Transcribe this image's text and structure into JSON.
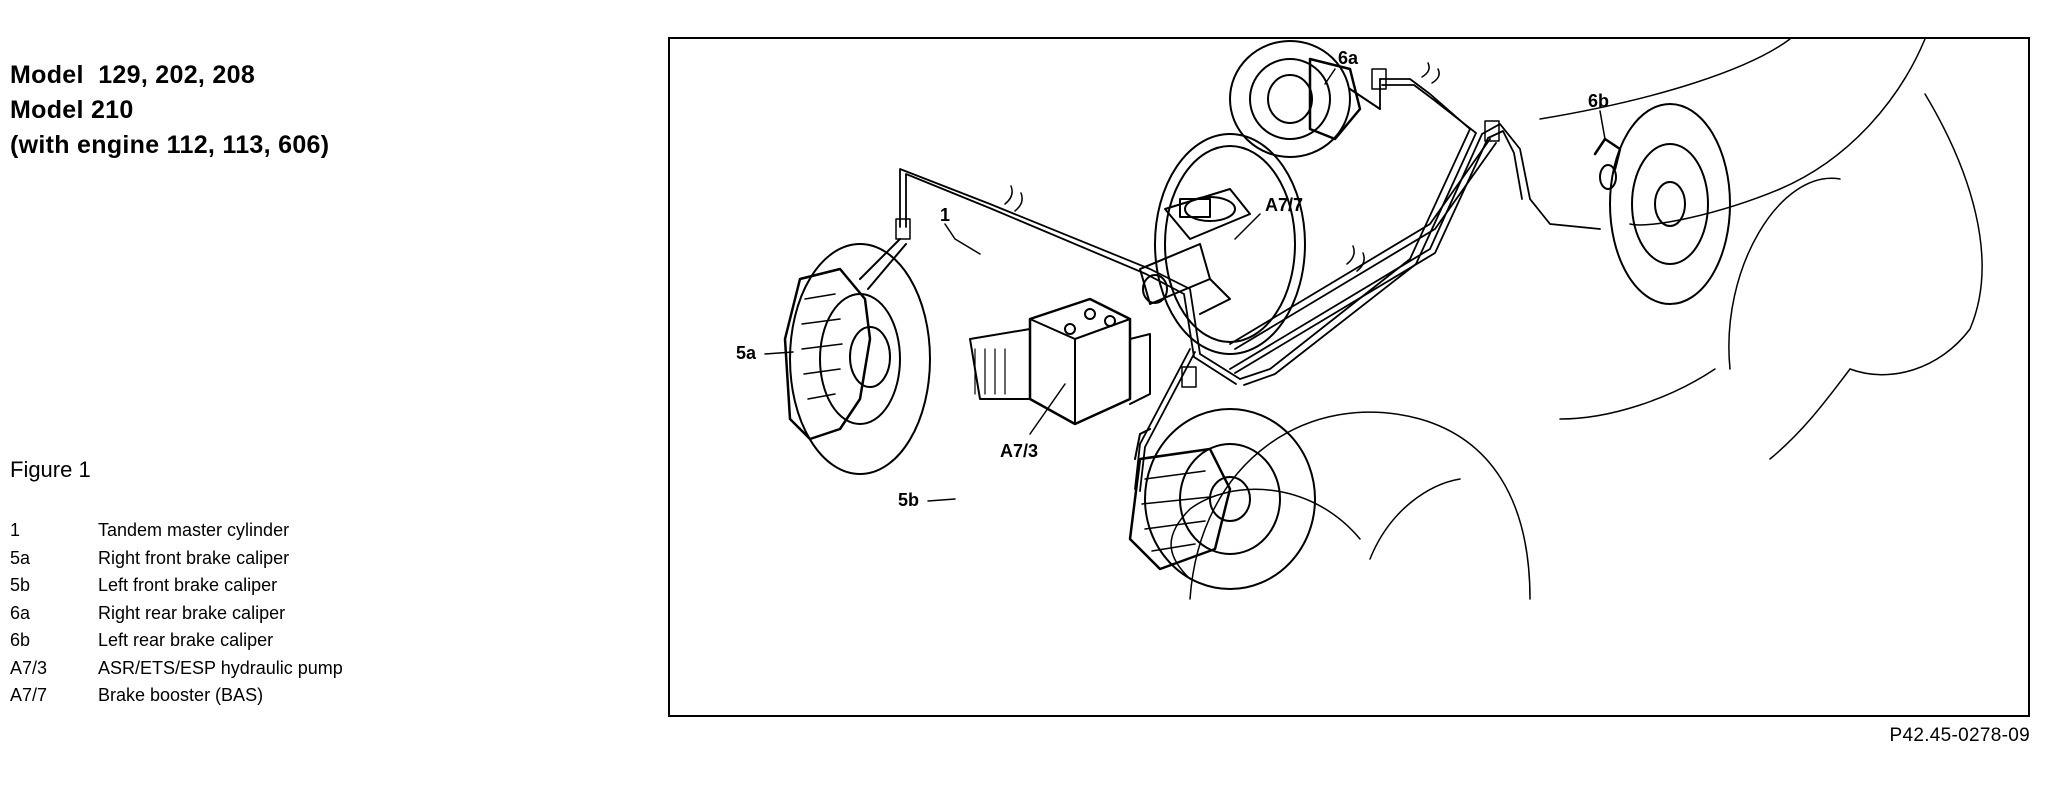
{
  "heading": {
    "line1": "Model  129, 202, 208",
    "line2": "Model 210",
    "line3": "(with engine 112, 113, 606)"
  },
  "figure": {
    "title": "Figure 1",
    "legend": [
      {
        "key": "1",
        "desc": "Tandem master cylinder"
      },
      {
        "key": "5a",
        "desc": "Right front brake caliper"
      },
      {
        "key": "5b",
        "desc": "Left front brake caliper"
      },
      {
        "key": "6a",
        "desc": "Right rear brake caliper"
      },
      {
        "key": "6b",
        "desc": "Left rear brake caliper"
      },
      {
        "key": "A7/3",
        "desc": "ASR/ETS/ESP hydraulic pump"
      },
      {
        "key": "A7/7",
        "desc": "Brake booster (BAS)"
      }
    ]
  },
  "diagram": {
    "labels": {
      "l1": "1",
      "l5a": "5a",
      "l5b": "5b",
      "l6a": "6a",
      "l6b": "6b",
      "la73": "A7/3",
      "la77": "A7/7"
    },
    "reference_code": "P42.45-0278-09"
  }
}
